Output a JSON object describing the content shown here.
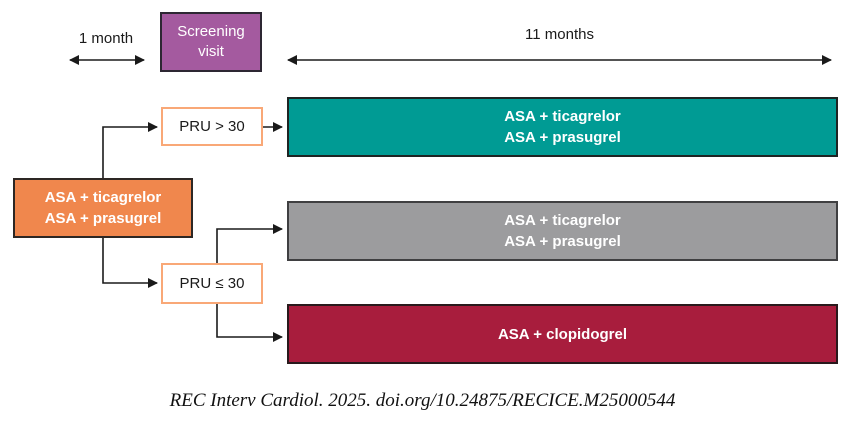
{
  "figure": {
    "timeline": {
      "one_month": "1 month",
      "eleven_months": "11 months"
    },
    "boxes": {
      "screening": {
        "line1": "Screening",
        "line2": "visit",
        "fill_color": "#A45A9F"
      },
      "baseline": {
        "line1": "ASA + ticagrelor",
        "line2": "ASA + prasugrel",
        "fill_color": "#F0874D"
      },
      "pru_high": {
        "label": "PRU > 30",
        "border_color": "#F9A877"
      },
      "pru_low": {
        "label": "PRU ≤ 30",
        "border_color": "#F9A877"
      },
      "arm_high": {
        "line1": "ASA + ticagrelor",
        "line2": "ASA + prasugrel",
        "fill_color": "#009B94"
      },
      "arm_low_continue": {
        "line1": "ASA + ticagrelor",
        "line2": "ASA + prasugrel",
        "fill_color": "#9C9C9E"
      },
      "arm_low_switch": {
        "line1": "ASA + clopidogrel",
        "fill_color": "#A81D3D"
      }
    },
    "citation": "REC Interv Cardiol. 2025. doi.org/10.24875/RECICE.M25000544",
    "arrow_color": "#1a1a1a"
  }
}
